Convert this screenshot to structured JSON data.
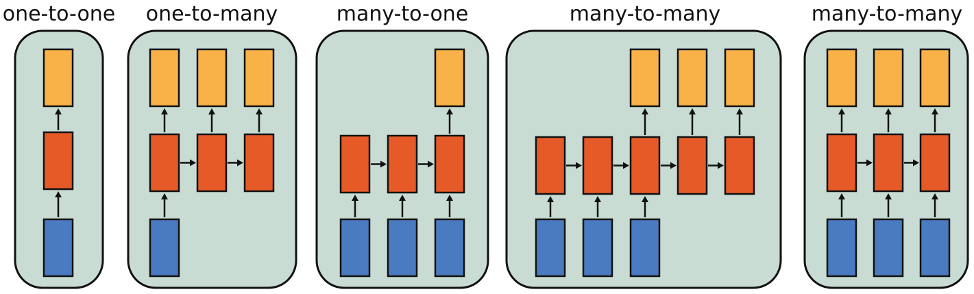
{
  "colors": {
    "panel_bg": "#c9dcd4",
    "input": "#4a7bc0",
    "hidden": "#e65a28",
    "output": "#f9b248",
    "outline": "#111111"
  },
  "panels": [
    {
      "title": "one-to-one",
      "steps": [
        {
          "input": true,
          "output": true
        }
      ]
    },
    {
      "title": "one-to-many",
      "steps": [
        {
          "input": true,
          "output": true
        },
        {
          "input": false,
          "output": true
        },
        {
          "input": false,
          "output": true
        }
      ]
    },
    {
      "title": "many-to-one",
      "steps": [
        {
          "input": true,
          "output": false
        },
        {
          "input": true,
          "output": false
        },
        {
          "input": true,
          "output": true
        }
      ]
    },
    {
      "title": "many-to-many",
      "steps": [
        {
          "input": true,
          "output": false
        },
        {
          "input": true,
          "output": false
        },
        {
          "input": true,
          "output": true
        },
        {
          "input": false,
          "output": true
        },
        {
          "input": false,
          "output": true
        }
      ]
    },
    {
      "title": "many-to-many",
      "steps": [
        {
          "input": true,
          "output": true
        },
        {
          "input": true,
          "output": true
        },
        {
          "input": true,
          "output": true
        }
      ]
    }
  ]
}
